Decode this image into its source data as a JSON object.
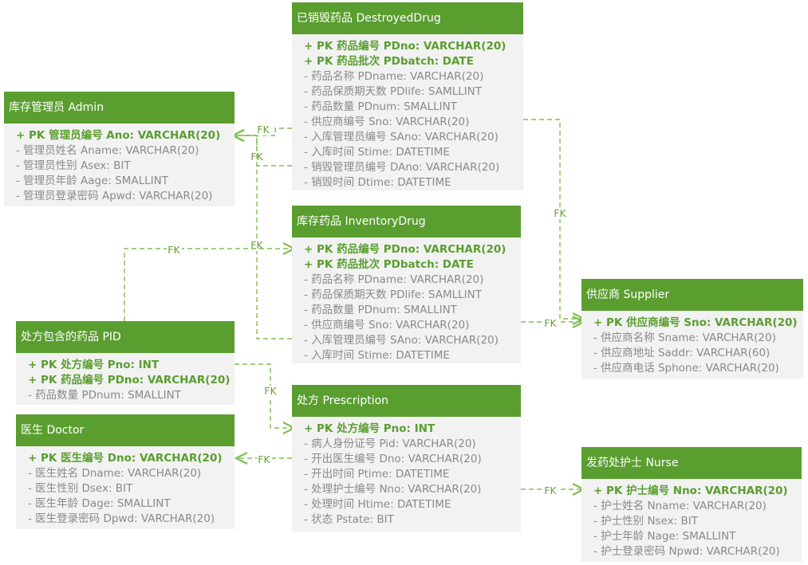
{
  "colors": {
    "header": "#5a9e2f",
    "primary_key_text": "#5a9e2f",
    "field_text": "#8a8a8a",
    "body": "#f2f2f2",
    "connector": "#7fbf4f"
  },
  "entities": {
    "destroyed": {
      "title": "已销毁药品 DestroyedDrug",
      "fields": [
        "+ PK 药品编号 PDno: VARCHAR(20)",
        "+ PK 药品批次 PDbatch: DATE",
        "- 药品名称 PDname: VARCHAR(20)",
        "- 药品保质期天数 PDlife: SAMLLINT",
        "- 药品数量 PDnum: SMALLINT",
        "- 供应商编号 Sno: VARCHAR(20)",
        "- 入库管理员编号 SAno: VARCHAR(20)",
        "- 入库时间 Stime: DATETIME",
        "- 销毁管理员编号 DAno: VARCHAR(20)",
        "- 销毁时间 Dtime: DATETIME"
      ]
    },
    "admin": {
      "title": "库存管理员 Admin",
      "fields": [
        "+ PK 管理员编号 Ano: VARCHAR(20)",
        "- 管理员姓名 Aname: VARCHAR(20)",
        "- 管理员性别 Asex: BIT",
        "- 管理员年龄 Aage: SMALLINT",
        "- 管理员登录密码 Apwd: VARCHAR(20)"
      ]
    },
    "inventory": {
      "title": "库存药品 InventoryDrug",
      "fields": [
        "+ PK 药品编号 PDno: VARCHAR(20)",
        "+ PK 药品批次 PDbatch: DATE",
        "- 药品名称 PDname: VARCHAR(20)",
        "- 药品保质期天数 PDlife: SAMLLINT",
        "- 药品数量 PDnum: SMALLINT",
        "- 供应商编号 Sno: VARCHAR(20)",
        "- 入库管理员编号 SAno: VARCHAR(20)",
        "- 入库时间 Stime: DATETIME"
      ]
    },
    "supplier": {
      "title": "供应商 Supplier",
      "fields": [
        "+ PK 供应商编号 Sno: VARCHAR(20)",
        "- 供应商名称 Sname: VARCHAR(20)",
        "- 供应商地址 Saddr: VARCHAR(60)",
        "- 供应商电话 Sphone: VARCHAR(20)"
      ]
    },
    "pid": {
      "title": "处方包含的药品 PID",
      "fields": [
        "+ PK 处方编号 Pno: INT",
        "+ PK 药品编号 PDno: VARCHAR(20)",
        "- 药品数量 PDnum: SMALLINT"
      ]
    },
    "prescription": {
      "title": "处方 Prescription",
      "fields": [
        "+ PK 处方编号 Pno: INT",
        "- 病人身份证号 Pid: VARCHAR(20)",
        "- 开出医生编号 Dno: VARCHAR(20)",
        "- 开出时间 Ptime: DATETIME",
        "- 处理护士编号 Nno: VARCHAR(20)",
        "- 处理时间 Htime: DATETIME",
        "- 状态 Pstate: BIT"
      ]
    },
    "doctor": {
      "title": "医生 Doctor",
      "fields": [
        "+ PK 医生编号 Dno: VARCHAR(20)",
        "- 医生姓名 Dname: VARCHAR(20)",
        "- 医生性别 Dsex: BIT",
        "- 医生年龄 Dage: SMALLINT",
        "- 医生登录密码 Dpwd: VARCHAR(20)"
      ]
    },
    "nurse": {
      "title": "发药处护士 Nurse",
      "fields": [
        "+ PK 护士编号 Nno: VARCHAR(20)",
        "- 护士姓名 Nname: VARCHAR(20)",
        "- 护士性别 Nsex: BIT",
        "- 护士年龄 Nage: SMALLINT",
        "- 护士登录密码 Npwd: VARCHAR(20)"
      ]
    }
  },
  "connectors": {
    "label": "FK"
  }
}
